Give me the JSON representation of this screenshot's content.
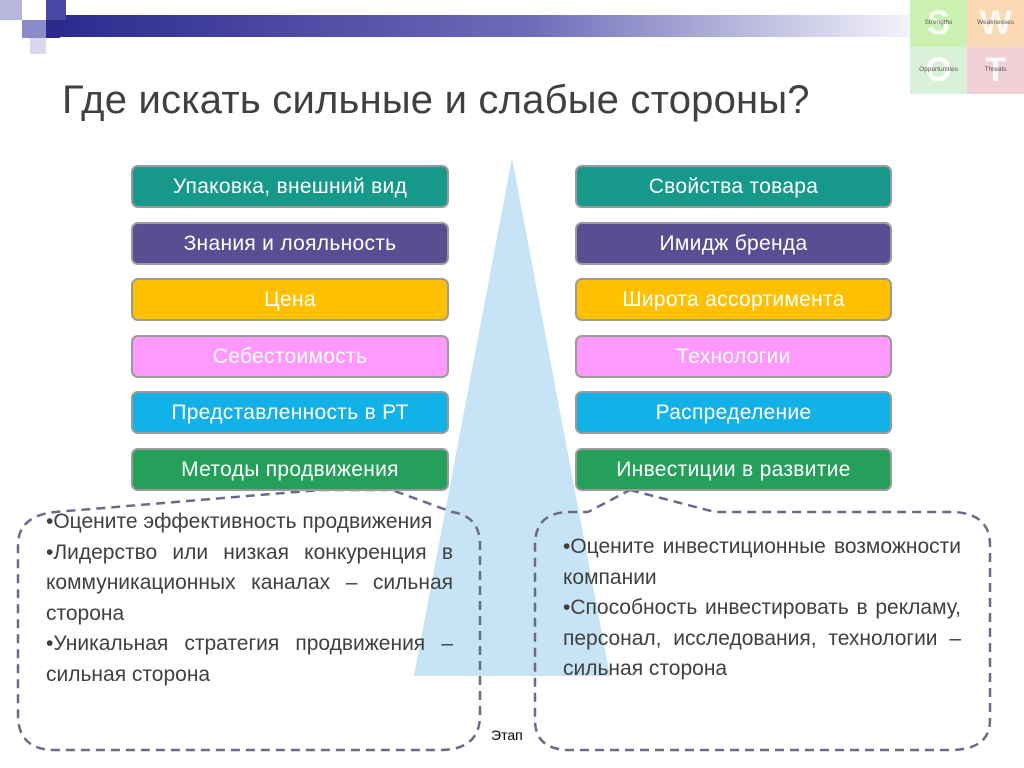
{
  "title": "Где искать сильные и слабые стороны?",
  "swot": {
    "strengths": "Strengths",
    "weaknesses": "Weaknesses",
    "opportunities": "Opportunities",
    "threats": "Threats",
    "letters": [
      "S",
      "W",
      "O",
      "T"
    ]
  },
  "left_boxes": [
    {
      "label": "Упаковка, внешний вид",
      "color": "#16998a"
    },
    {
      "label": "Знания и лояльность",
      "color": "#5a4e93"
    },
    {
      "label": "Цена",
      "color": "#ffc000"
    },
    {
      "label": "Себестоимость",
      "color": "#ff99ff"
    },
    {
      "label": "Представленность в РТ",
      "color": "#12b1e8"
    },
    {
      "label": "Методы продвижения",
      "color": "#25a05a"
    }
  ],
  "right_boxes": [
    {
      "label": "Свойства товара",
      "color": "#16998a"
    },
    {
      "label": "Имидж бренда",
      "color": "#5a4e93"
    },
    {
      "label": "Широта ассортимента",
      "color": "#ffc000"
    },
    {
      "label": "Технологии",
      "color": "#ff99ff"
    },
    {
      "label": "Распределение",
      "color": "#12b1e8"
    },
    {
      "label": "Инвестиции в развитие",
      "color": "#25a05a"
    }
  ],
  "left_callout": [
    "•Оцените эффективность продвижения",
    "•Лидерство или низкая конкуренция в коммуникационных каналах – сильная сторона",
    "•Уникальная стратегия продвижения – сильная сторона"
  ],
  "right_callout": [
    "•Оцените инвестиционные возможности компании",
    "•Способность инвестировать в рекламу, персонал, исследования, технологии – сильная сторона"
  ],
  "stage_label": "Этап"
}
